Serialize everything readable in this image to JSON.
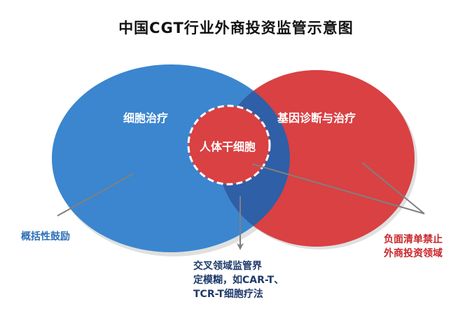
{
  "title": "中国CGT行业外商投资监管示意图",
  "circles": {
    "left_label": "细胞治疗",
    "right_label": "基因诊断与治疗",
    "center_label": "人体干细胞"
  },
  "notes": {
    "left": "概括性鼓励",
    "middle_line1": "交叉领域监管界",
    "middle_line2": "定模糊，如CAR-T、",
    "middle_line3": "TCR-T细胞疗法",
    "right_line1": "负面清单禁止",
    "right_line2": "外商投资领域"
  },
  "colors": {
    "left_circle": "#3b86cf",
    "right_circle": "#d94143",
    "overlap": "#2f5fa6",
    "center_circle": "#d94143",
    "arrow": "#808080"
  }
}
